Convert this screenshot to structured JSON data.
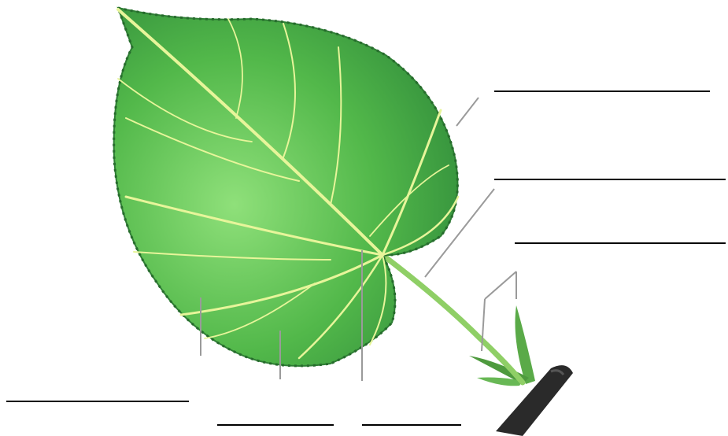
{
  "diagram": {
    "colors": {
      "background": "#ffffff",
      "leaf_light": "#8fe07a",
      "leaf_mid": "#52b84a",
      "leaf_dark": "#2f8a3a",
      "vein": "#e7f59a",
      "petiole": "#8fcf66",
      "twig": "#2a2a2a",
      "leader_line": "#9a9a9a",
      "blank_line": "#000000"
    },
    "parts": [
      {
        "id": "leaf-blade"
      },
      {
        "id": "leaf-margin"
      },
      {
        "id": "midrib"
      },
      {
        "id": "petiole"
      },
      {
        "id": "stipules"
      },
      {
        "id": "stem"
      }
    ],
    "answer_blanks": [
      {
        "id": "blank-1",
        "text": ""
      },
      {
        "id": "blank-2",
        "text": ""
      },
      {
        "id": "blank-3",
        "text": ""
      },
      {
        "id": "blank-4",
        "text": ""
      },
      {
        "id": "blank-5",
        "text": ""
      },
      {
        "id": "blank-6",
        "text": ""
      }
    ]
  }
}
